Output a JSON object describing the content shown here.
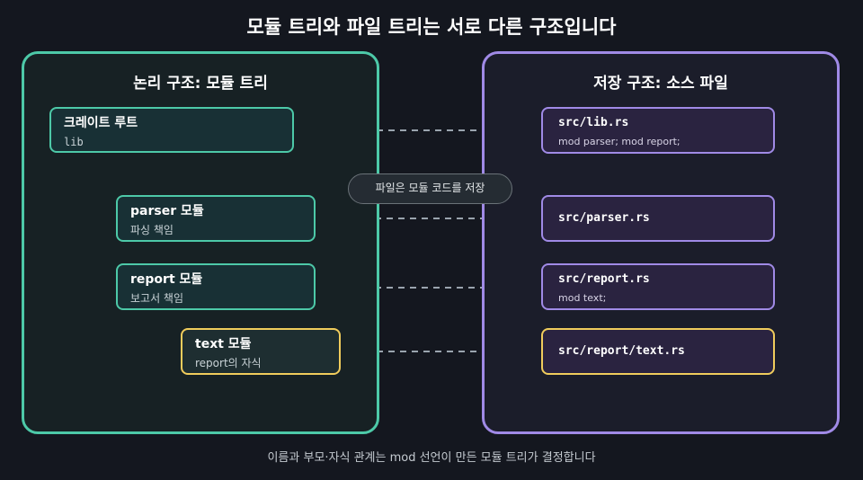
{
  "title": "모듈 트리와 파일 트리는 서로 다른 구조입니다",
  "left_panel": {
    "title": "논리 구조: 모듈 트리",
    "nodes": [
      {
        "title": "크레이트 루트",
        "subtitle": "lib"
      },
      {
        "title": "parser 모듈",
        "subtitle": "파싱 책임"
      },
      {
        "title": "report 모듈",
        "subtitle": "보고서 책임"
      },
      {
        "title": "text 모듈",
        "subtitle": "report의 자식"
      }
    ]
  },
  "right_panel": {
    "title": "저장 구조: 소스 파일",
    "files": [
      {
        "path": "src/lib.rs",
        "content": "mod parser; mod report;"
      },
      {
        "path": "src/parser.rs",
        "content": ""
      },
      {
        "path": "src/report.rs",
        "content": "mod text;"
      },
      {
        "path": "src/report/text.rs",
        "content": ""
      }
    ]
  },
  "connector_label": "파일은 모듈 코드를 저장",
  "footer": "이름과 부모·자식 관계는 mod 선언이 만든 모듈 트리가 결정합니다",
  "colors": {
    "background": "#14171f",
    "module_border": "#4dc9a8",
    "file_border": "#a08ae6",
    "highlight": "#f0cc5c",
    "connector": "#9aa4ae"
  }
}
